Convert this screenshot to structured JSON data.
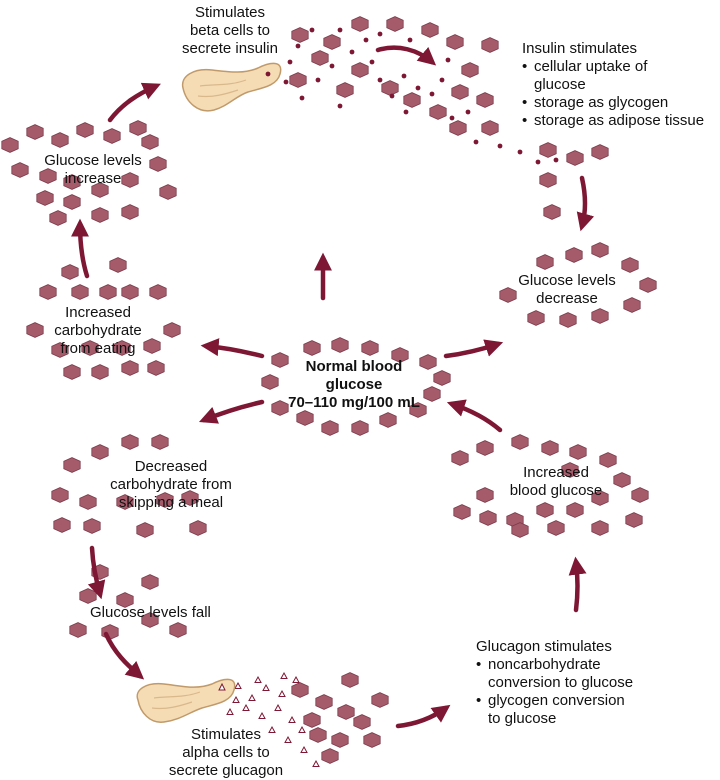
{
  "colors": {
    "glucose": "#a65b6b",
    "glucose_stroke": "#7a3c4a",
    "arrow": "#7d1734",
    "insulin_dot": "#7d1734",
    "pancreas": "#f5dcb4",
    "pancreas_stroke": "#c09a6a"
  },
  "icons": {
    "glucose": "hexagon-glucose-icon",
    "pancreas": "pancreas-icon",
    "insulin": "insulin-dot-icon",
    "glucagon": "glucagon-triangle-icon",
    "arrow": "curved-arrow-icon"
  },
  "labels": {
    "center_line1": "Normal blood",
    "center_line2": "glucose",
    "center_line3": "70–110 mg/100 mL",
    "beta_line1": "Stimulates",
    "beta_line2": "beta cells to",
    "beta_line3": "secrete insulin",
    "insulin_title": "Insulin stimulates",
    "insulin_item1a": "cellular uptake of",
    "insulin_item1b": "glucose",
    "insulin_item2": "storage as glycogen",
    "insulin_item3": "storage as adipose tissue",
    "increase_line1": "Glucose levels",
    "increase_line2": "increase",
    "decrease_line1": "Glucose levels",
    "decrease_line2": "decrease",
    "eating_line1": "Increased",
    "eating_line2": "carbohydrate",
    "eating_line3": "from eating",
    "skip_line1": "Decreased",
    "skip_line2": "carbohydrate from",
    "skip_line3": "skipping a meal",
    "fall": "Glucose levels fall",
    "alpha_line1": "Stimulates",
    "alpha_line2": "alpha cells to",
    "alpha_line3": "secrete glucagon",
    "glucagon_title": "Glucagon stimulates",
    "glucagon_item1a": "noncarbohydrate",
    "glucagon_item1b": "conversion to glucose",
    "glucagon_item2a": "glycogen conversion",
    "glucagon_item2b": "to glucose",
    "blood_line1": "Increased",
    "blood_line2": "blood glucose"
  }
}
